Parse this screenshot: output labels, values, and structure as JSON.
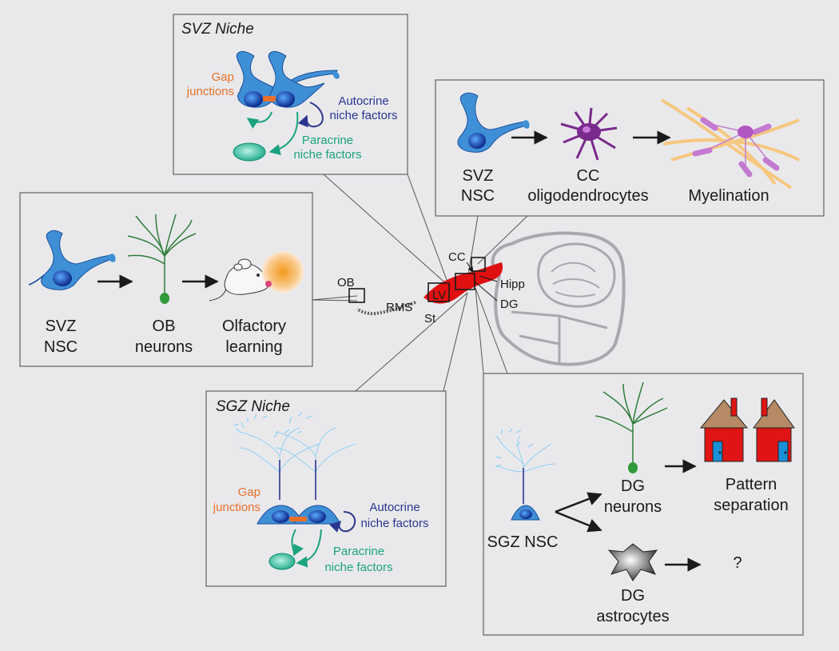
{
  "colors": {
    "background": "#e9e9ec",
    "nsc_blue": "#3f8fd6",
    "nsc_nucleus": "#173a9b",
    "gap_orange": "#e8702a",
    "autocrine_navy": "#2a3590",
    "paracrine_green": "#1aa37e",
    "oligo_purple": "#7a2a8c",
    "myelin_tan": "#f6c77f",
    "neuron_green": "#2f7d3a",
    "brain_red": "#e01010",
    "house_red": "#e01414",
    "roof_brown": "#b58a64",
    "door_blue": "#1a8fd6"
  },
  "icons": [
    "svz-nsc-icon",
    "oligodendrocyte-icon",
    "myelinated-axons-icon",
    "ob-neuron-icon",
    "mouse-icon",
    "odor-source-icon",
    "sgz-nsc-icon",
    "dg-neuron-icon",
    "dg-astrocyte-icon",
    "house-icon",
    "brain-icon",
    "rms-stream-icon"
  ],
  "svz_niche": {
    "title": "SVZ Niche",
    "gap": [
      "Gap",
      "junctions"
    ],
    "autocrine": [
      "Autocrine",
      "niche factors"
    ],
    "paracrine": [
      "Paracrine",
      "niche factors"
    ]
  },
  "svz_oligo": {
    "nsc": [
      "SVZ",
      "NSC"
    ],
    "oligo": [
      "CC",
      "oligodendrocytes"
    ],
    "myelination": "Myelination"
  },
  "svz_olfactory": {
    "nsc": [
      "SVZ",
      "NSC"
    ],
    "neurons": [
      "OB",
      "neurons"
    ],
    "learning": [
      "Olfactory",
      "learning"
    ]
  },
  "brain": {
    "ob": "OB",
    "rms": "RMS",
    "lv": "LV",
    "st": "St",
    "cc": "CC",
    "hipp": "Hipp",
    "dg": "DG"
  },
  "sgz_niche": {
    "title": "SGZ Niche",
    "gap": [
      "Gap",
      "junctions"
    ],
    "autocrine": [
      "Autocrine",
      "niche factors"
    ],
    "paracrine": [
      "Paracrine",
      "niche factors"
    ]
  },
  "sgz_fate": {
    "nsc": "SGZ NSC",
    "dg_neurons": [
      "DG",
      "neurons"
    ],
    "pattern": [
      "Pattern",
      "separation"
    ],
    "dg_astro": [
      "DG",
      "astrocytes"
    ],
    "unknown": "?"
  }
}
